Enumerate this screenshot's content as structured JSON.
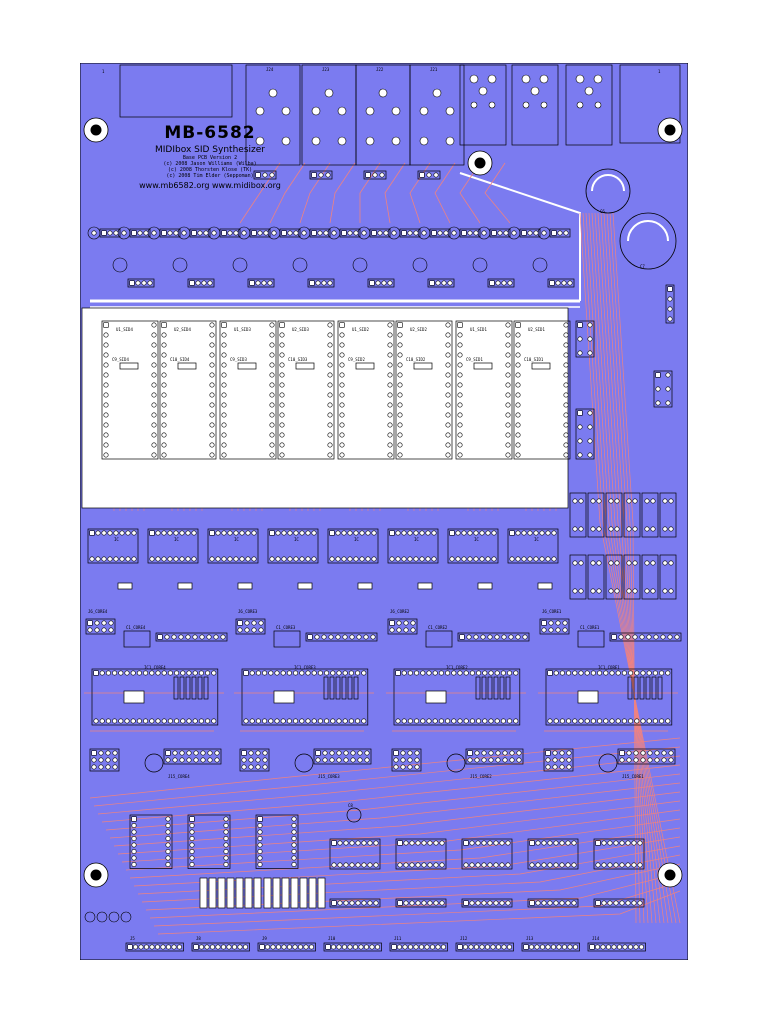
{
  "board": {
    "title": "MB-6582",
    "subtitle": "MIDIbox SID Synthesizer",
    "version": "Base PCB Version 2",
    "credits": [
      "(c) 2008 Jason Williams (Wilba)",
      "(c) 2008 Thorsten Klose (TK)",
      "(c) 2008 Tim Elder (Seppoman)"
    ],
    "url": "www.mb6582.org  www.midibox.org"
  },
  "colors": {
    "board": "#7b7bf0",
    "trace_red": "#ee8282",
    "trace_white": "#ffffff",
    "pad": "#ffffff",
    "outline": "#000000"
  },
  "labels": {
    "sid_sockets": [
      "U1_SID4",
      "U2_SID4",
      "U1_SID3",
      "U2_SID3",
      "U1_SID2",
      "U2_SID2",
      "U1_SID1",
      "U2_SID1"
    ],
    "filter_caps": [
      "C9_SID4",
      "C10_SID4",
      "C9_SID3",
      "C10_SID3",
      "C9_SID2",
      "C10_SID2",
      "C9_SID1",
      "C10_SID1"
    ],
    "audio_jacks": [
      "J24",
      "J23",
      "J22",
      "J21"
    ],
    "core_jumpers": [
      "J6_CORE4",
      "J6_CORE3",
      "J6_CORE2",
      "J6_CORE1"
    ],
    "core_crystals": [
      "C1_CORE4",
      "C1_CORE3",
      "C1_CORE2",
      "C1_CORE1"
    ],
    "core_mcu": [
      "IC1_CORE4",
      "IC1_CORE3",
      "IC1_CORE2",
      "IC1_CORE1"
    ],
    "core_bottom": [
      "J15_CORE4",
      "J15_CORE3",
      "J15_CORE2",
      "J15_CORE1"
    ],
    "bottom_headers": [
      "J5",
      "J8",
      "J9",
      "J10",
      "J11",
      "J12",
      "J13",
      "J14"
    ],
    "misc": [
      "C6",
      "C7",
      "C8",
      "J1"
    ]
  }
}
